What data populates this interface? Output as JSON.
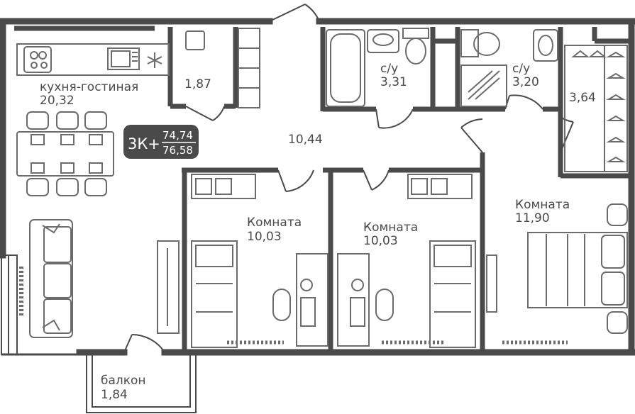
{
  "apartment": {
    "type_label": "3К+",
    "area_living_total": "74,74",
    "area_total": "76,58"
  },
  "rooms": {
    "kitchen": {
      "name": "кухня-гостиная",
      "area": "20,32"
    },
    "storage": {
      "area": "1,87"
    },
    "hall": {
      "area": "10,44"
    },
    "bath1": {
      "name": "с/у",
      "area": "3,31"
    },
    "bath2": {
      "name": "с/у",
      "area": "3,20"
    },
    "wardrobe": {
      "area": "3,64"
    },
    "room1": {
      "name": "Комната",
      "area": "10,03"
    },
    "room2": {
      "name": "Комната",
      "area": "10,03"
    },
    "room3": {
      "name": "Комната",
      "area": "11,90"
    },
    "balcony": {
      "name": "балкон",
      "area": "1,84"
    }
  },
  "colors": {
    "wall": "#4a4a4a",
    "fixture": "#6b6b6b",
    "badge": "#4a4a4a"
  }
}
